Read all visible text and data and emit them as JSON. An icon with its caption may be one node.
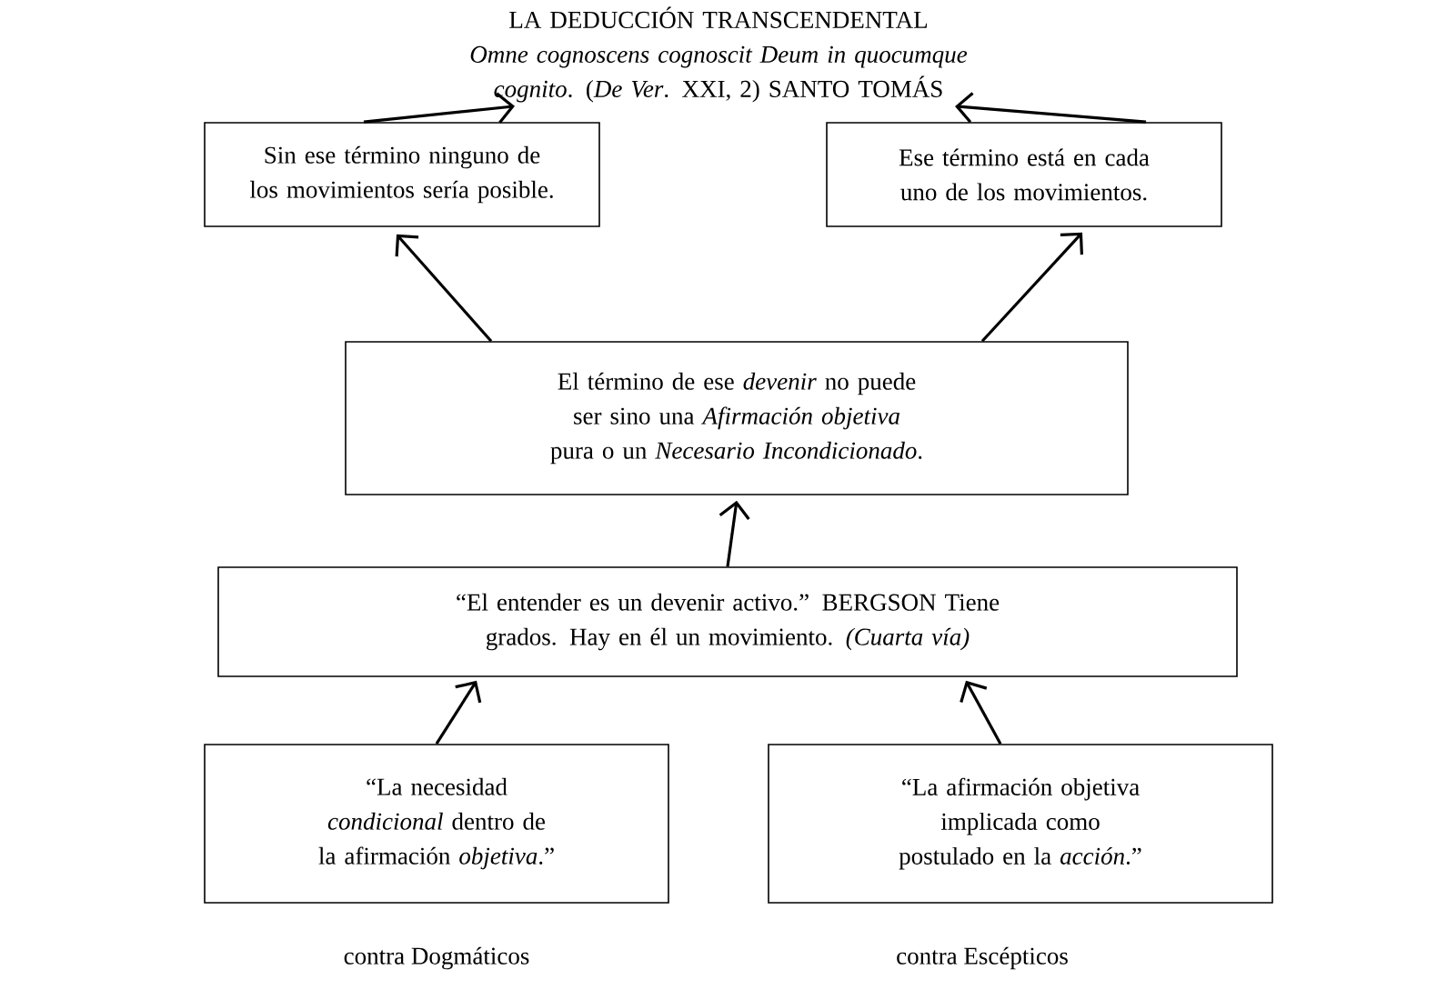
{
  "diagram": {
    "nodes": [
      {
        "text": [
          "LA DEDUCCIÓN TRANSCENDENTAL",
          "*Omne cognoscens cognoscit Deum in quocumque cognito*. (*De Ver*. XXI, 2) SANTO TOMÁS"
        ]
      },
      {
        "text": [
          "Sin ese término ninguno de los movimientos sería posible."
        ]
      },
      {
        "text": [
          "Ese término está en cada uno de los movimientos."
        ]
      },
      {
        "text": [
          "El término de ese *devenir* no puede ser sino una *Afirmación objetiva* pura o un *Necesario Incondicionado*."
        ]
      },
      {
        "text": [
          "“El entender es un devenir activo.”  BERGSON Tiene grados. Hay en él un movimiento. *(Cuarta vía)*"
        ]
      },
      {
        "text": [
          "“La necesidad *condicional* dentro de la afirmación *objetiva*.”"
        ],
        "beside": [
          "contra Dogmáticos"
        ]
      },
      {
        "text": [
          "“La afirmación objetiva implicada como postulado en la *acción*.”"
        ],
        "beside": [
          "contra Escépticos"
        ]
      }
    ],
    "edges": [
      {
        "from": 1,
        "to": 0,
        "arrow": "to"
      },
      {
        "from": 2,
        "to": 0,
        "arrow": "to"
      },
      {
        "from": 3,
        "to": 1,
        "arrow": "to"
      },
      {
        "from": 3,
        "to": 2,
        "arrow": "to"
      },
      {
        "from": 4,
        "to": 3,
        "arrow": "to"
      },
      {
        "from": 5,
        "to": 4,
        "arrow": "to"
      },
      {
        "from": 6,
        "to": 4,
        "arrow": "to"
      }
    ]
  }
}
